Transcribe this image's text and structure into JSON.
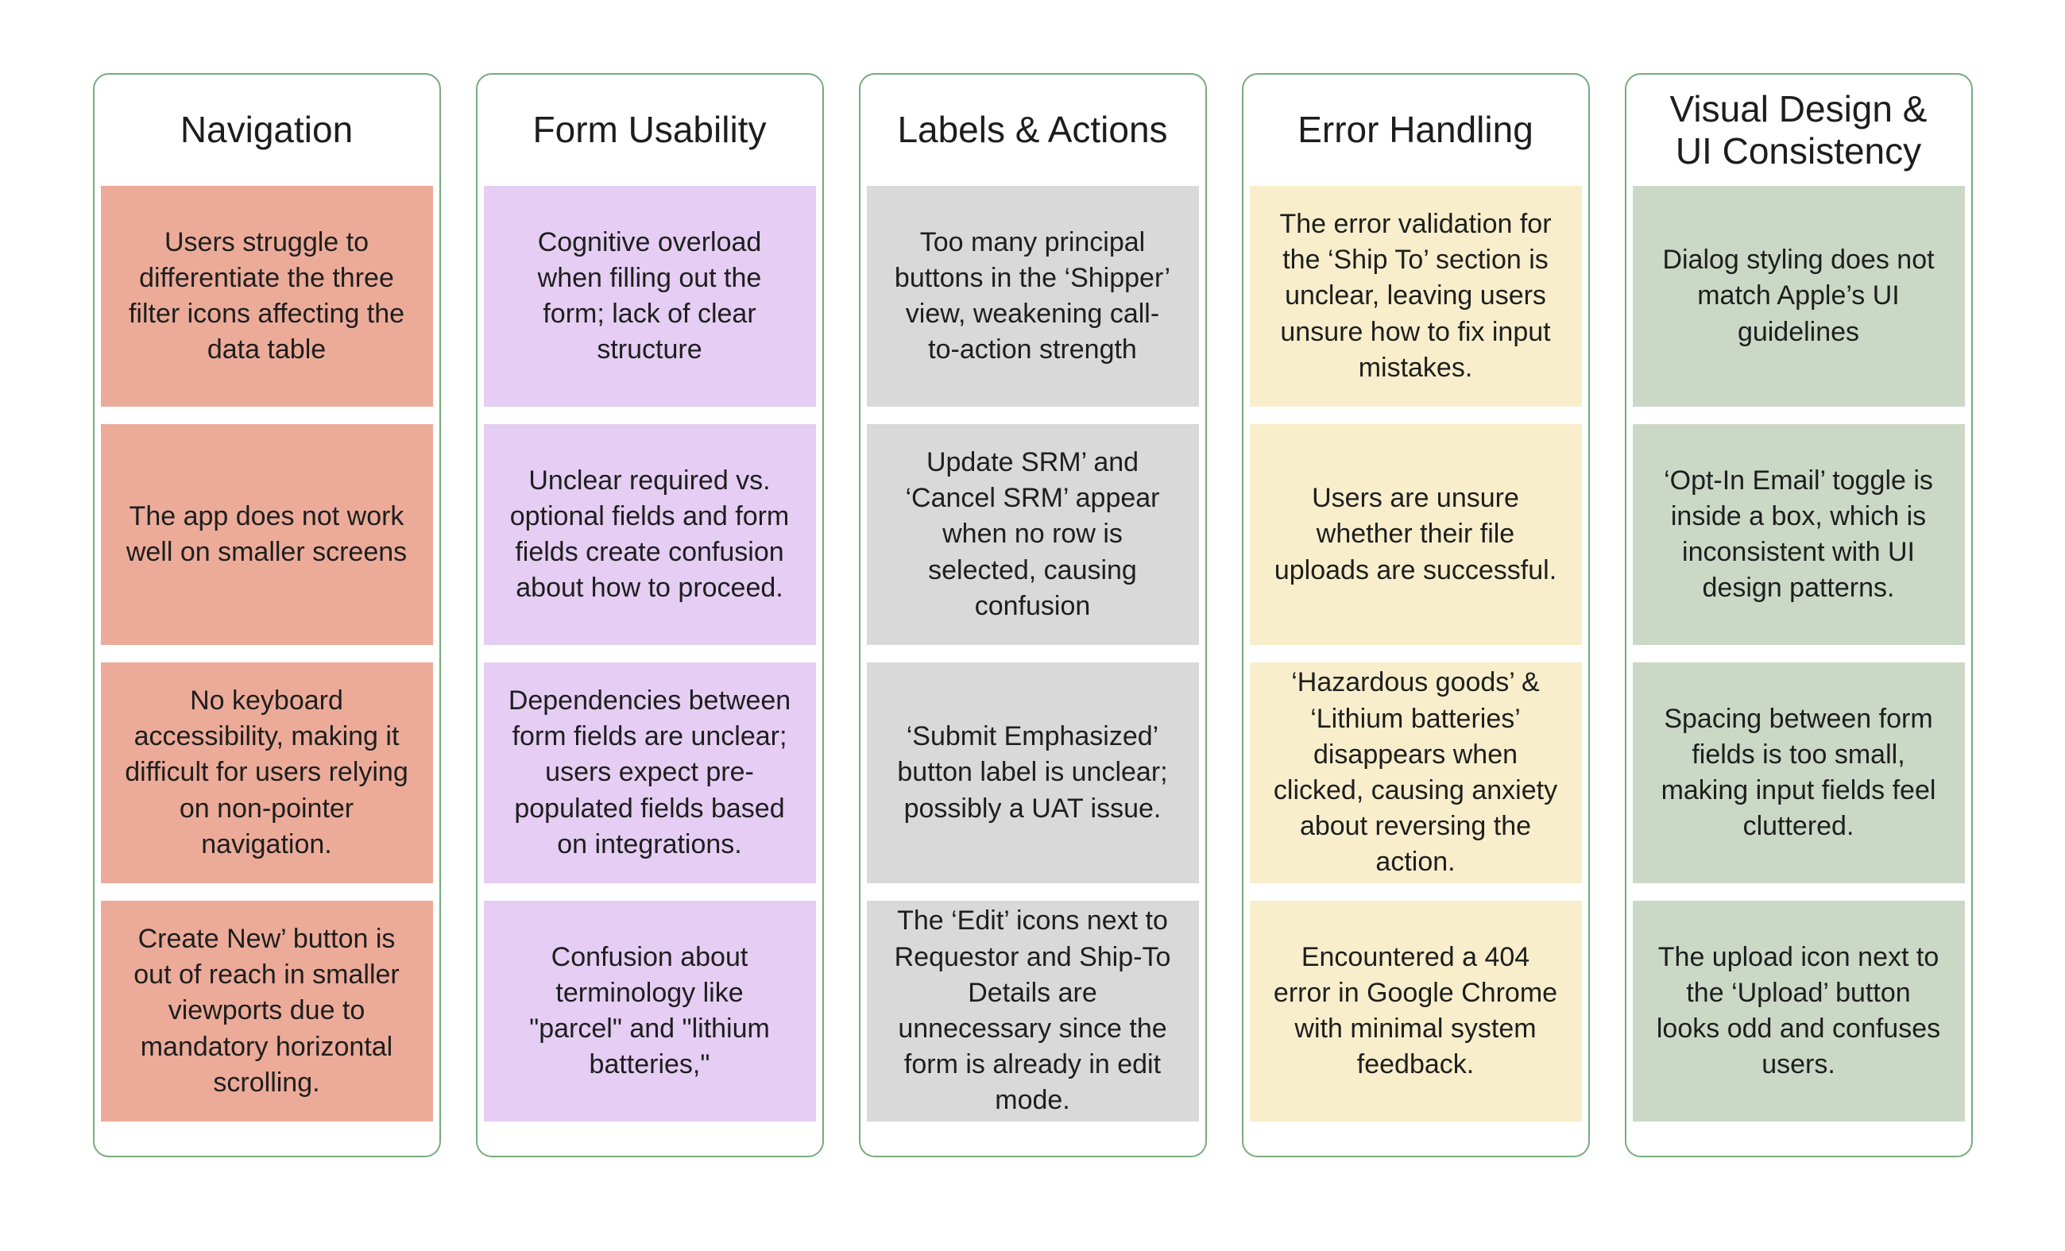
{
  "board": {
    "background": "#ffffff",
    "column_border_color": "#78ab7d",
    "text_color": "#1e1e1e"
  },
  "columns": [
    {
      "title": "Navigation",
      "card_color": "#ecab99",
      "cards": [
        "Users struggle to differentiate the three filter icons affecting the data table",
        "The app does not work well on smaller screens",
        "No keyboard accessibility, making it difficult for users relying on non-pointer navigation.",
        "Create New’ button is out of reach in smaller viewports due to mandatory horizontal scrolling."
      ]
    },
    {
      "title": "Form Usability",
      "card_color": "#e5cdf3",
      "cards": [
        "Cognitive overload when filling out the form; lack of clear structure",
        "Unclear required vs. optional fields and form fields create confusion about how to proceed.",
        "Dependencies between form fields are unclear; users expect pre-populated fields based on integrations.",
        "Confusion about terminology like \"parcel\" and \"lithium batteries,\""
      ]
    },
    {
      "title": "Labels & Actions",
      "card_color": "#d9d9d9",
      "cards": [
        "Too many principal buttons in the ‘Shipper’ view, weakening call-to-action strength",
        "Update SRM’ and ‘Cancel SRM’ appear when no row is selected, causing confusion",
        "‘Submit Emphasized’ button label is unclear; possibly a UAT issue.",
        "The ‘Edit’ icons next to Requestor and Ship-To Details are unnecessary since the form is already in edit mode."
      ]
    },
    {
      "title": "Error Handling",
      "card_color": "#f8eecb",
      "cards": [
        "The error validation for the ‘Ship To’ section is unclear, leaving users unsure how to fix input mistakes.",
        "Users are unsure whether their file uploads are successful.",
        "‘Hazardous goods’ & ‘Lithium batteries’ disappears when clicked, causing anxiety about reversing the action.",
        "Encountered a 404 error in Google Chrome with minimal system feedback."
      ]
    },
    {
      "title": "Visual Design &\nUI Consistency",
      "card_color": "#cbd8c6",
      "cards": [
        "Dialog styling does not match Apple’s UI guidelines",
        "‘Opt-In Email’ toggle is inside a box, which is inconsistent with UI design patterns.",
        "Spacing between form fields is too small, making input fields feel cluttered.",
        "The upload icon next to the ‘Upload’ button looks odd and confuses users."
      ]
    }
  ]
}
